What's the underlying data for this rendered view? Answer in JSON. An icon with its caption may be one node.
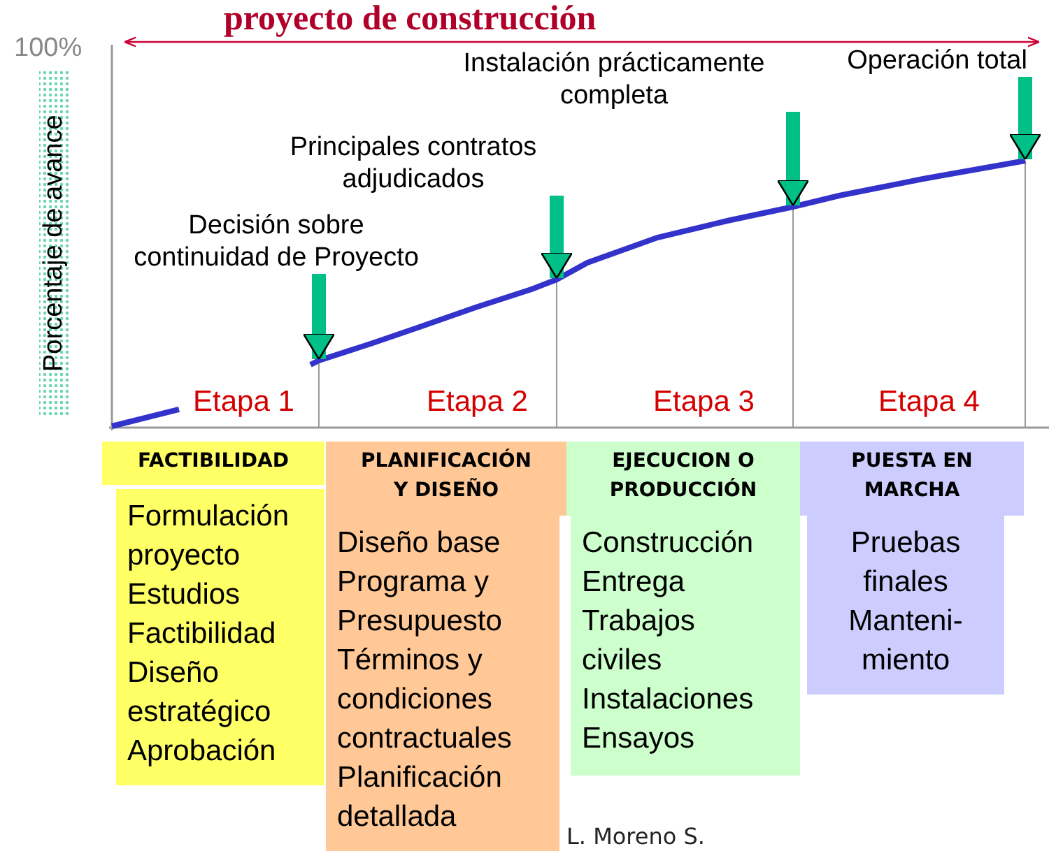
{
  "diagram": {
    "title": "proyecto de construcción",
    "nodes": [
      {
        "text": [
          "Decisión sobre continuidad de Proyecto"
        ]
      },
      {
        "text": [
          "Principales contratos adjudicados"
        ]
      },
      {
        "text": [
          "Instalación prácticamente completa"
        ]
      },
      {
        "text": [
          "Operación total"
        ]
      },
      {
        "text": [
          "FACTIBILIDAD"
        ]
      },
      {
        "text": [
          "PLANIFICACIÓN Y DISEÑO"
        ]
      },
      {
        "text": [
          "EJECUCION O PRODUCCIÓN"
        ]
      },
      {
        "text": [
          "PUESTA EN MARCHA"
        ]
      },
      {
        "text": [
          "Formulación proyecto",
          "Estudios Factibilidad",
          "Diseño estratégico",
          "Aprobación"
        ]
      },
      {
        "text": [
          "Diseño base",
          "Programa y Presupuesto",
          "Términos y condiciones contractuales",
          "Planificación detallada"
        ]
      },
      {
        "text": [
          "Construcción",
          "Entrega",
          "Trabajos civiles",
          "Instalaciones",
          "Ensayos"
        ]
      },
      {
        "text": [
          "Pruebas finales",
          "Manteni-miento"
        ]
      }
    ],
    "edges": [
      {
        "from": 0,
        "to": null,
        "arrow": "to"
      },
      {
        "from": 1,
        "to": null,
        "arrow": "to"
      },
      {
        "from": 2,
        "to": null,
        "arrow": "to"
      },
      {
        "from": 3,
        "to": null,
        "arrow": "to"
      }
    ],
    "labels": [
      "100%",
      "Porcentaje de avance",
      "Etapa 1",
      "Etapa 2",
      "Etapa 3",
      "Etapa 4",
      "L. Moreno S."
    ]
  }
}
